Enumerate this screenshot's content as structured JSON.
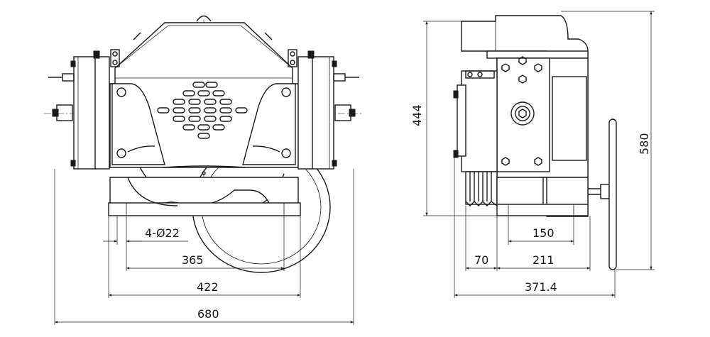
{
  "dimensions": {
    "hole_spec": "4-Ø22",
    "mount_width": "365",
    "base_width": "422",
    "overall_width": "680",
    "height": "444",
    "overall_height": "580",
    "foot_width": "150",
    "shaft_offset": "70",
    "body_depth": "211",
    "overall_depth": "371.4"
  }
}
